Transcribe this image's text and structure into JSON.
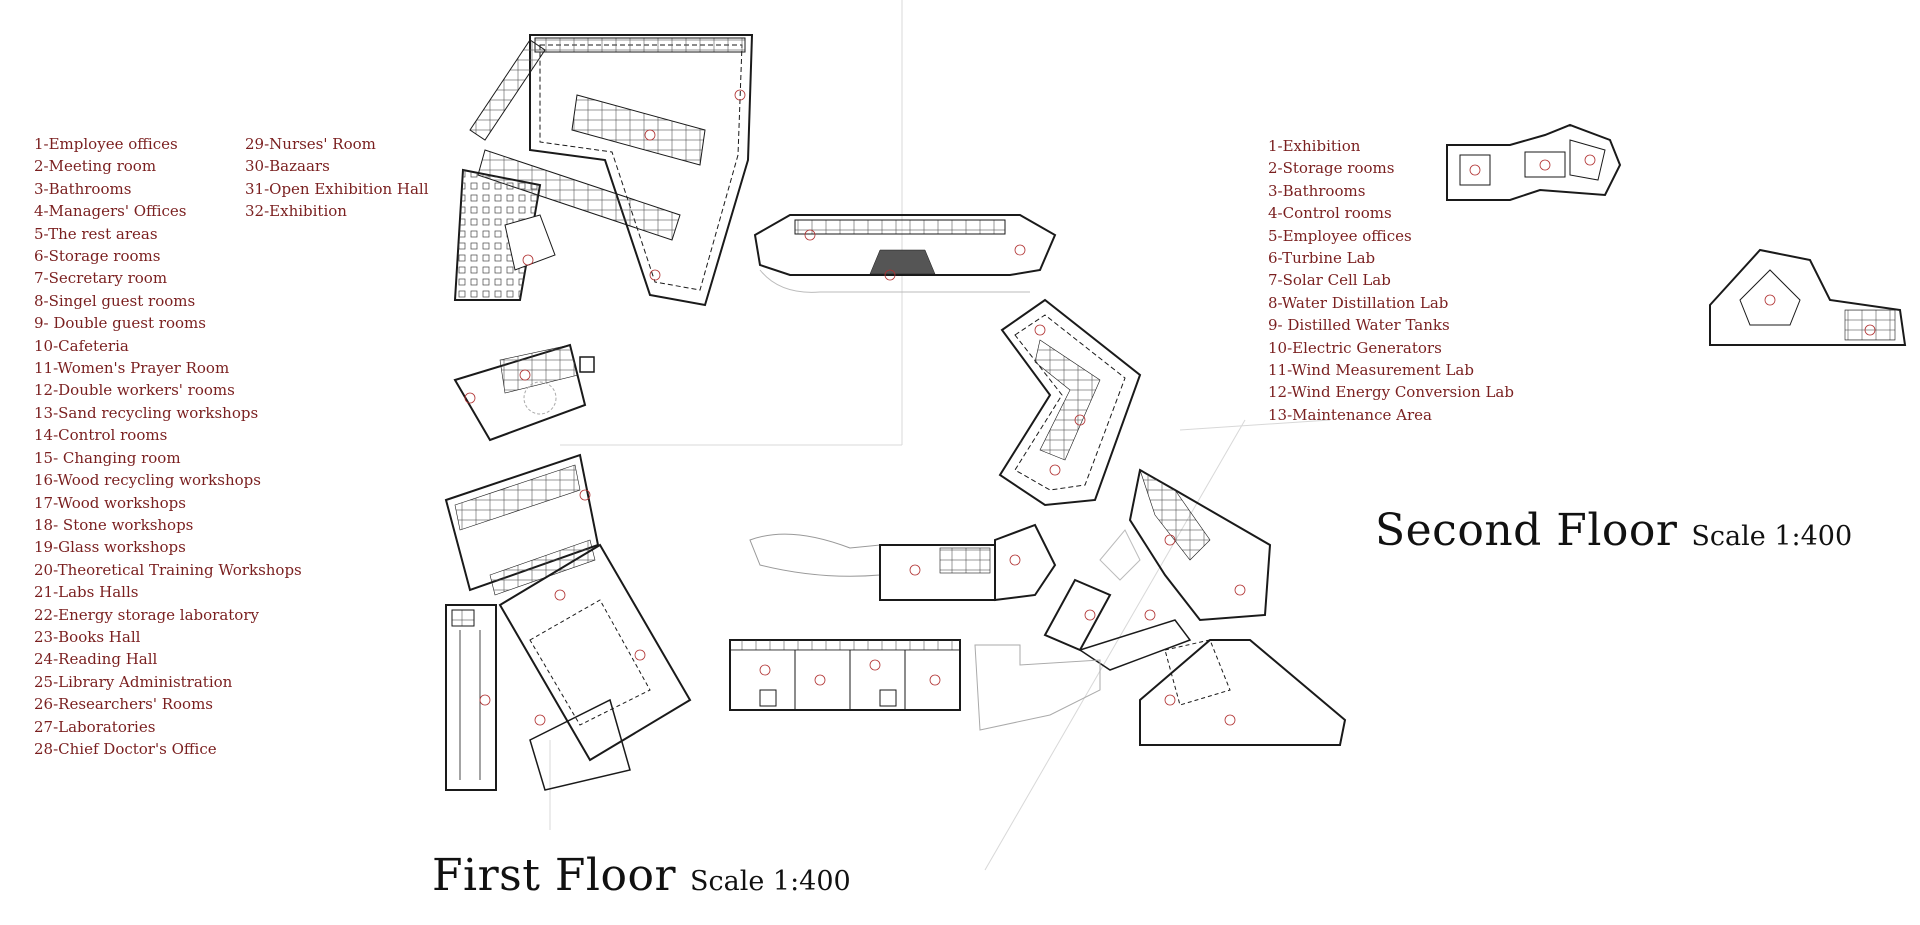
{
  "first_floor": {
    "title": "First Floor",
    "scale": "Scale 1:400",
    "legend_col1": [
      "1-Employee offices",
      "2-Meeting room",
      "3-Bathrooms",
      "4-Managers' Offices",
      "5-The rest areas",
      "6-Storage rooms",
      "7-Secretary room",
      "8-Singel guest rooms",
      "9- Double guest rooms",
      "10-Cafeteria",
      "11-Women's Prayer Room",
      "12-Double workers' rooms",
      "13-Sand recycling workshops",
      "14-Control rooms",
      "15- Changing room",
      "16-Wood recycling workshops",
      "17-Wood workshops",
      "18- Stone workshops",
      "19-Glass workshops",
      "20-Theoretical Training Workshops",
      "21-Labs Halls",
      "22-Energy storage laboratory",
      "23-Books Hall",
      "24-Reading Hall",
      "25-Library Administration",
      "26-Researchers' Rooms",
      "27-Laboratories",
      "28-Chief Doctor's Office"
    ],
    "legend_col2": [
      "29-Nurses' Room",
      "30-Bazaars",
      "31-Open Exhibition Hall",
      "32-Exhibition"
    ]
  },
  "second_floor": {
    "title": "Second Floor",
    "scale": "Scale 1:400",
    "legend": [
      "1-Exhibition",
      "2-Storage rooms",
      "3-Bathrooms",
      "4-Control rooms",
      "5-Employee offices",
      "6-Turbine Lab",
      "7-Solar Cell Lab",
      "8-Water Distillation Lab",
      "9- Distilled Water Tanks",
      "10-Electric Generators",
      "11-Wind Measurement Lab",
      "12-Wind Energy Conversion Lab",
      "13-Maintenance Area"
    ]
  },
  "colors": {
    "legend_text": "#7a1f1f",
    "title_text": "#111111",
    "plan_lines": "#1a1a1a",
    "plan_marks": "#b03030"
  }
}
